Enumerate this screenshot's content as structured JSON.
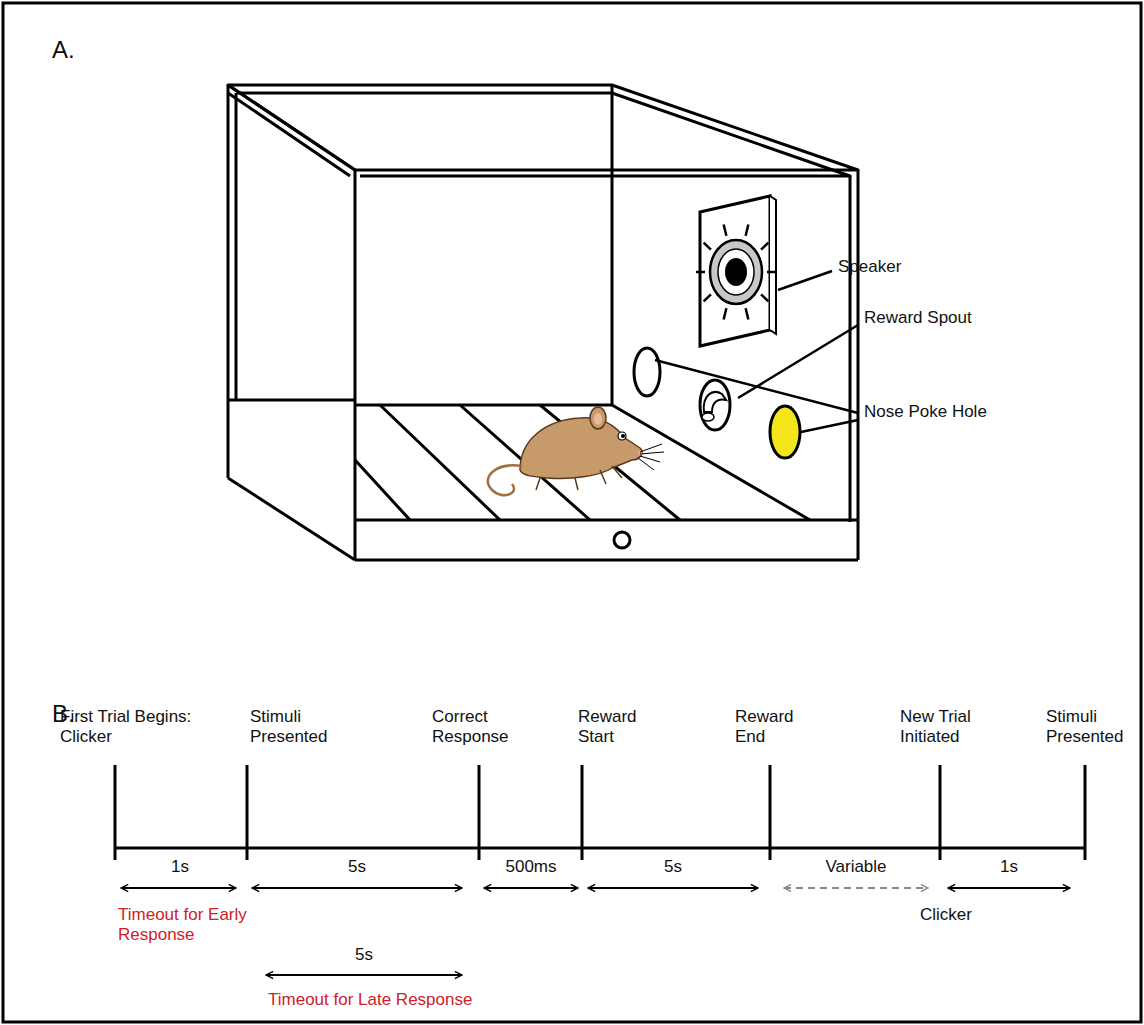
{
  "diagram": {
    "labels": [
      "A.",
      "Speaker",
      "Reward Spout",
      "Nose Poke Hole",
      "B.",
      "First Trial Begins: Clicker",
      "Stimuli Presented",
      "Correct Response",
      "Reward Start",
      "Reward End",
      "New Trial Initiated",
      "Stimuli Presented",
      "1s",
      "5s",
      "500ms",
      "5s",
      "Variable",
      "1s",
      "Clicker",
      "Timeout for Early Response",
      "5s",
      "Timeout for Late Response"
    ]
  }
}
